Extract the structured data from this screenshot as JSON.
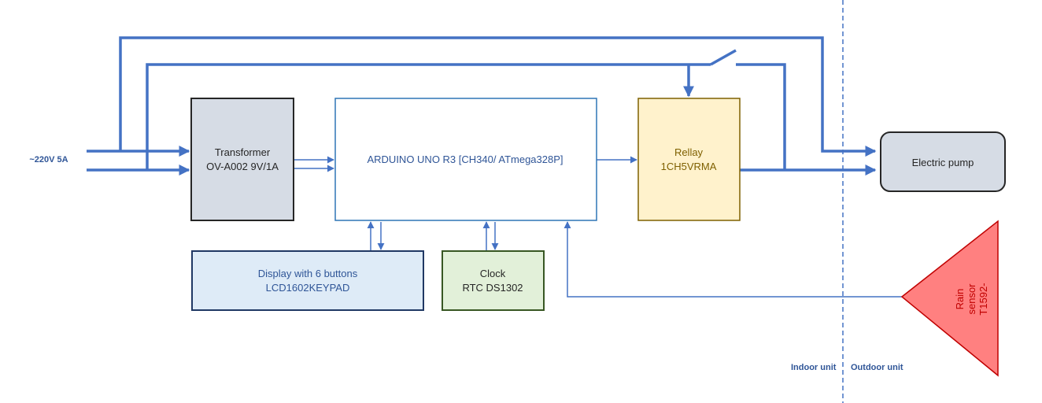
{
  "supply": {
    "label": "~220V 5A"
  },
  "transformer": {
    "line1": "Transformer",
    "line2": "OV-A002 9V/1A"
  },
  "arduino": {
    "label": "ARDUINO UNO R3 [CH340/ ATmega328P]"
  },
  "relay": {
    "line1": "Rellay",
    "line2": "1CH5VRMA"
  },
  "pump": {
    "label": "Electric pump"
  },
  "display": {
    "line1": "Display with 6 buttons",
    "line2": "LCD1602KEYPAD"
  },
  "clock": {
    "line1": "Clock",
    "line2": "RTC DS1302"
  },
  "rain_sensor": {
    "line1": "Rain",
    "line2": "sensor",
    "line3": "T1592-"
  },
  "zones": {
    "indoor": "Indoor unit",
    "outdoor": "Outdoor unit"
  },
  "colors": {
    "wire": "#4472C4",
    "text_blue": "#2F5597",
    "transformer_fill": "#D6DCE5",
    "transformer_stroke": "#262626",
    "arduino_stroke": "#2E75B6",
    "relay_fill": "#FFF2CC",
    "relay_stroke": "#7F6000",
    "relay_text": "#7F6000",
    "display_fill": "#DEEBF7",
    "display_stroke": "#203864",
    "clock_fill": "#E2F0D9",
    "clock_stroke": "#385723",
    "pump_fill": "#D6DCE5",
    "sensor_fill": "#FF8080",
    "sensor_stroke": "#C00000",
    "sensor_text": "#C00000"
  }
}
